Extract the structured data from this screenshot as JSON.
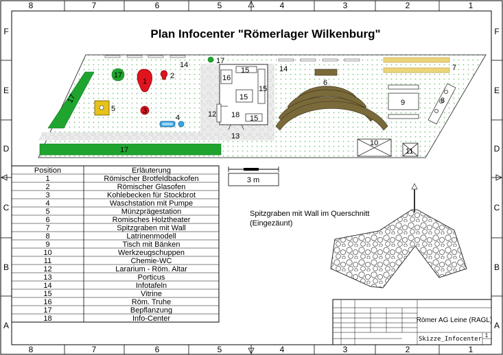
{
  "title": "Plan Infocenter \"Römerlager Wilkenburg\"",
  "frame": {
    "columns": [
      "8",
      "7",
      "6",
      "5",
      "4",
      "3",
      "2",
      "1"
    ],
    "rows": [
      "F",
      "E",
      "D",
      "C",
      "B",
      "A"
    ]
  },
  "site_labels": [
    {
      "id": "1",
      "text": "1"
    },
    {
      "id": "2",
      "text": "2"
    },
    {
      "id": "3",
      "text": "3"
    },
    {
      "id": "4",
      "text": "4"
    },
    {
      "id": "5",
      "text": "5"
    },
    {
      "id": "6",
      "text": "6"
    },
    {
      "id": "7",
      "text": "7"
    },
    {
      "id": "8",
      "text": "8"
    },
    {
      "id": "9",
      "text": "9"
    },
    {
      "id": "10",
      "text": "10"
    },
    {
      "id": "11",
      "text": "11"
    },
    {
      "id": "12",
      "text": "12"
    },
    {
      "id": "13",
      "text": "13"
    },
    {
      "id": "14a",
      "text": "14"
    },
    {
      "id": "14b",
      "text": "14"
    },
    {
      "id": "15a",
      "text": "15"
    },
    {
      "id": "15b",
      "text": "15"
    },
    {
      "id": "15c",
      "text": "15"
    },
    {
      "id": "15d",
      "text": "15"
    },
    {
      "id": "16",
      "text": "16"
    },
    {
      "id": "17a",
      "text": "17"
    },
    {
      "id": "17b",
      "text": "17"
    },
    {
      "id": "17c",
      "text": "17"
    },
    {
      "id": "17d",
      "text": "17"
    },
    {
      "id": "18",
      "text": "18"
    }
  ],
  "scale_bar": {
    "label": "3 m"
  },
  "cross_section": {
    "caption_line1": "Spitzgraben mit Wall im Querschnitt",
    "caption_line2": "(Eingezäunt)"
  },
  "legend": {
    "headers": [
      "Position",
      "Erläuterung"
    ],
    "rows": [
      [
        "1",
        "Römischer Brotfeldbackofen"
      ],
      [
        "2",
        "Römischer Glasofen"
      ],
      [
        "3",
        "Kohlebecken für Stockbrot"
      ],
      [
        "4",
        "Waschstation mit Pumpe"
      ],
      [
        "5",
        "Münzprägestation"
      ],
      [
        "6",
        "Romisches Holztheater"
      ],
      [
        "7",
        "Spitzgraben mit Wall"
      ],
      [
        "8",
        "Latrinenmodell"
      ],
      [
        "9",
        "Tisch mit Bänken"
      ],
      [
        "10",
        "Werkzeugschuppen"
      ],
      [
        "11",
        "Chemie-WC"
      ],
      [
        "12",
        "Lararium - Röm. Altar"
      ],
      [
        "13",
        "Porticus"
      ],
      [
        "14",
        "Infotafeln"
      ],
      [
        "15",
        "Vitrine"
      ],
      [
        "16",
        "Röm. Truhe"
      ],
      [
        "17",
        "Bepflanzung"
      ],
      [
        "18",
        "Info-Center"
      ]
    ]
  },
  "title_block": {
    "company": "Römer AG Leine (RAGL)",
    "drawing_name": "Skizze_Infocenter",
    "sheet": "1"
  },
  "colors": {
    "grass_dots": "#7ec27e",
    "planting": "#1fa52f",
    "oven_red": "#e0141e",
    "theater": "#7a6a3a",
    "ditch": "#f3e08a",
    "coin_station": "#e6c21a",
    "wash": "#3aa6e6"
  }
}
